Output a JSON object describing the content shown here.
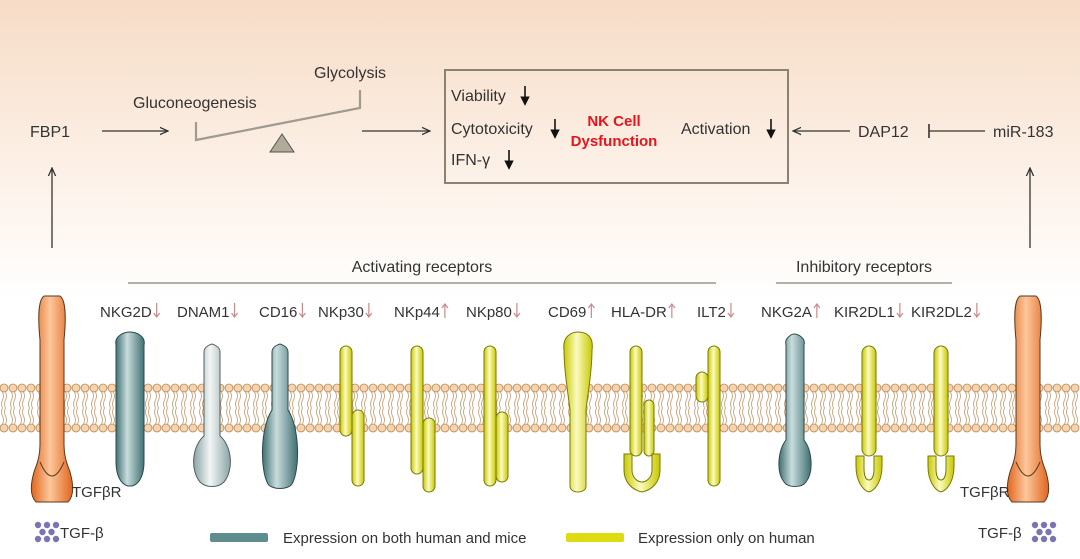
{
  "top_pathway": {
    "fbp1": "FBP1",
    "gluconeogenesis": "Gluconeogenesis",
    "glycolysis": "Glycolysis",
    "dap12": "DAP12",
    "mir183": "miR-183"
  },
  "effects_box": {
    "viability": "Viability",
    "cytotoxicity": "Cytotoxicity",
    "ifn": "IFN-γ",
    "activation": "Activation",
    "title_line1": "NK Cell",
    "title_line2": "Dysfunction"
  },
  "groups": {
    "activating": "Activating receptors",
    "inhibitory": "Inhibitory receptors"
  },
  "receptors": [
    {
      "name": "NKG2D",
      "change": "down",
      "species": "both"
    },
    {
      "name": "DNAM1",
      "change": "down",
      "species": "both"
    },
    {
      "name": "CD16",
      "change": "down",
      "species": "both"
    },
    {
      "name": "NKp30",
      "change": "down",
      "species": "human"
    },
    {
      "name": "NKp44",
      "change": "up",
      "species": "human"
    },
    {
      "name": "NKp80",
      "change": "down",
      "species": "human"
    },
    {
      "name": "CD69",
      "change": "up",
      "species": "human"
    },
    {
      "name": "HLA-DR",
      "change": "up",
      "species": "human"
    },
    {
      "name": "ILT2",
      "change": "down",
      "species": "human"
    },
    {
      "name": "NKG2A",
      "change": "up",
      "species": "both"
    },
    {
      "name": "KIR2DL1",
      "change": "down",
      "species": "human"
    },
    {
      "name": "KIR2DL2",
      "change": "down",
      "species": "human"
    }
  ],
  "tgf": {
    "receptor_left": "TGFβR",
    "receptor_right": "TGFβR",
    "ligand_left": "TGF-β",
    "ligand_right": "TGF-β"
  },
  "legend": {
    "both": "Expression on both human and mice",
    "human_only": "Expression only on human"
  },
  "colors": {
    "both": "#5f8d8f",
    "human_only": "#dcdc10",
    "tgfbr": "#f08a3c",
    "down_arrow": "#000000",
    "small_arrow": "#c98a8a",
    "dysfunction": "#e8141c",
    "ligand": "#7a74b5"
  }
}
